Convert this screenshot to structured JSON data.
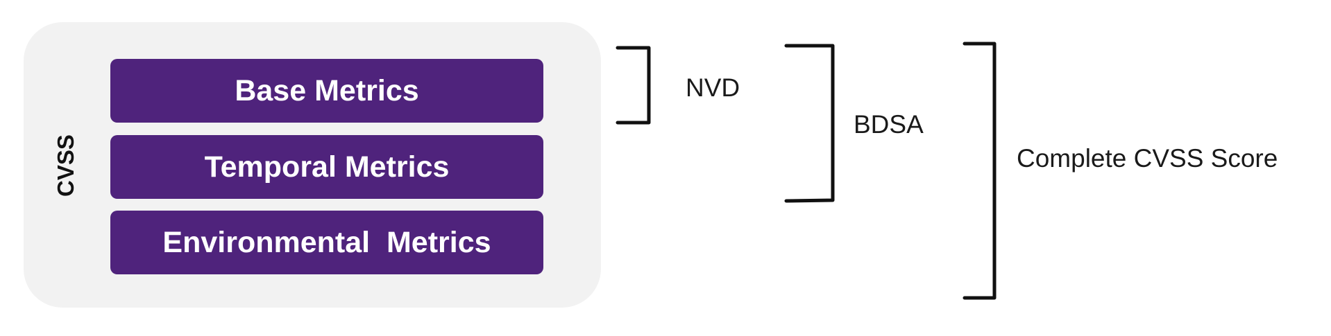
{
  "panel": {
    "vertical_label": "CVSS",
    "metrics": [
      {
        "label": "Base Metrics"
      },
      {
        "label": "Temporal Metrics"
      },
      {
        "label": "Environmental  Metrics"
      }
    ]
  },
  "groups": {
    "nvd": "NVD",
    "bdsa": "BDSA",
    "complete": "Complete CVSS Score"
  },
  "colors": {
    "metric_fill": "#4f237c",
    "panel_fill": "#f2f2f2",
    "bracket": "#111111"
  }
}
